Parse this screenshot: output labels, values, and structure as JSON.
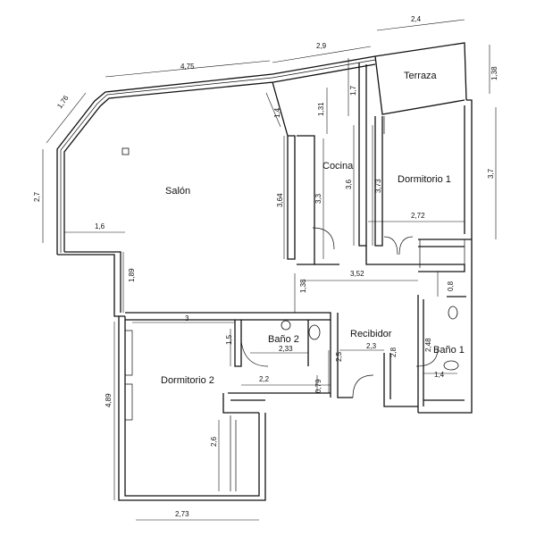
{
  "rooms": {
    "salon": "Salón",
    "cocina": "Cocina",
    "terraza": "Terraza",
    "dormitorio1": "Dormitorio 1",
    "dormitorio2": "Dormitorio 2",
    "bano1": "Baño 1",
    "bano2": "Baño 2",
    "recibidor": "Recibidor"
  },
  "dims": {
    "d_2_4": "2,4",
    "d_2_9": "2,9",
    "d_4_75": "4,75",
    "d_1_76": "1,76",
    "d_1_38a": "1,38",
    "d_1_7": "1,7",
    "d_1_31": "1,31",
    "d_1_4a": "1,4",
    "d_2_7a": "2,7",
    "d_3_64": "3,64",
    "d_3_3": "3,3",
    "d_3_6": "3,6",
    "d_3_73": "3,73",
    "d_3_7": "3,7",
    "d_1_6": "1,6",
    "d_2_72": "2,72",
    "d_1_89": "1,89",
    "d_3_52": "3,52",
    "d_1_38b": "1,38",
    "d_0_8": "0,8",
    "d_3": "3",
    "d_1_5": "1,5",
    "d_2_33": "2,33",
    "d_2_5": "2,5",
    "d_2_3": "2,3",
    "d_2_8": "2,8",
    "d_2_48": "2,48",
    "d_1_4b": "1,4",
    "d_4_89": "4,89",
    "d_2_2": "2,2",
    "d_0_79": "0,79",
    "d_2_6": "2,6",
    "d_2_73": "2,73"
  }
}
